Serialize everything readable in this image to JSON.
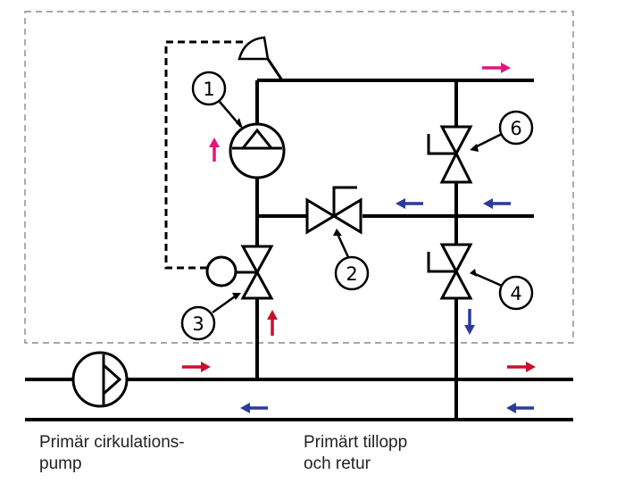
{
  "labels": {
    "pump_caption": [
      "Primär cirkulations-",
      "pump"
    ],
    "supply_caption": [
      "Primärt tillopp",
      "och retur"
    ]
  },
  "components": [
    {
      "number": "1",
      "kind": "circulation-pump"
    },
    {
      "number": "2",
      "kind": "valve"
    },
    {
      "number": "3",
      "kind": "control-valve"
    },
    {
      "number": "4",
      "kind": "valve"
    },
    {
      "number": "6",
      "kind": "valve"
    }
  ],
  "colors": {
    "line": "#000000",
    "hot_arrow": "#e8147c",
    "supply_arrow": "#c8102e",
    "return_arrow": "#2b3a9c",
    "boundary": "#888888"
  }
}
